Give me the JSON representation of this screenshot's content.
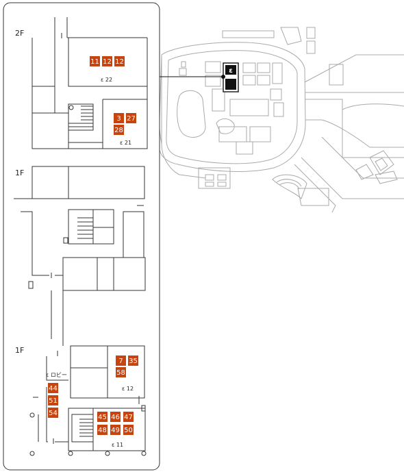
{
  "colors": {
    "badge": "#c8440f",
    "line": "#333333",
    "campus": "#a9a9a9"
  },
  "floors": {
    "top": "2F",
    "middle": "1F",
    "bottom": "1F"
  },
  "rooms": {
    "e22": "ε 22",
    "e21": "ε 21",
    "e12": "ε 12",
    "e11": "ε 11",
    "lobby": "ε ロビー"
  },
  "badges": {
    "e22": [
      "11",
      "12",
      "12"
    ],
    "e21": [
      "3",
      "27",
      "28"
    ],
    "e12": [
      "7",
      "35",
      "58"
    ],
    "lobby": [
      "44",
      "51",
      "54"
    ],
    "e11": [
      "45",
      "46",
      "47",
      "48",
      "49",
      "50"
    ]
  },
  "campus": {
    "building_marker": "ε"
  },
  "icons": {
    "campus_map": "campus-map-icon",
    "location": "location-marker-icon"
  }
}
